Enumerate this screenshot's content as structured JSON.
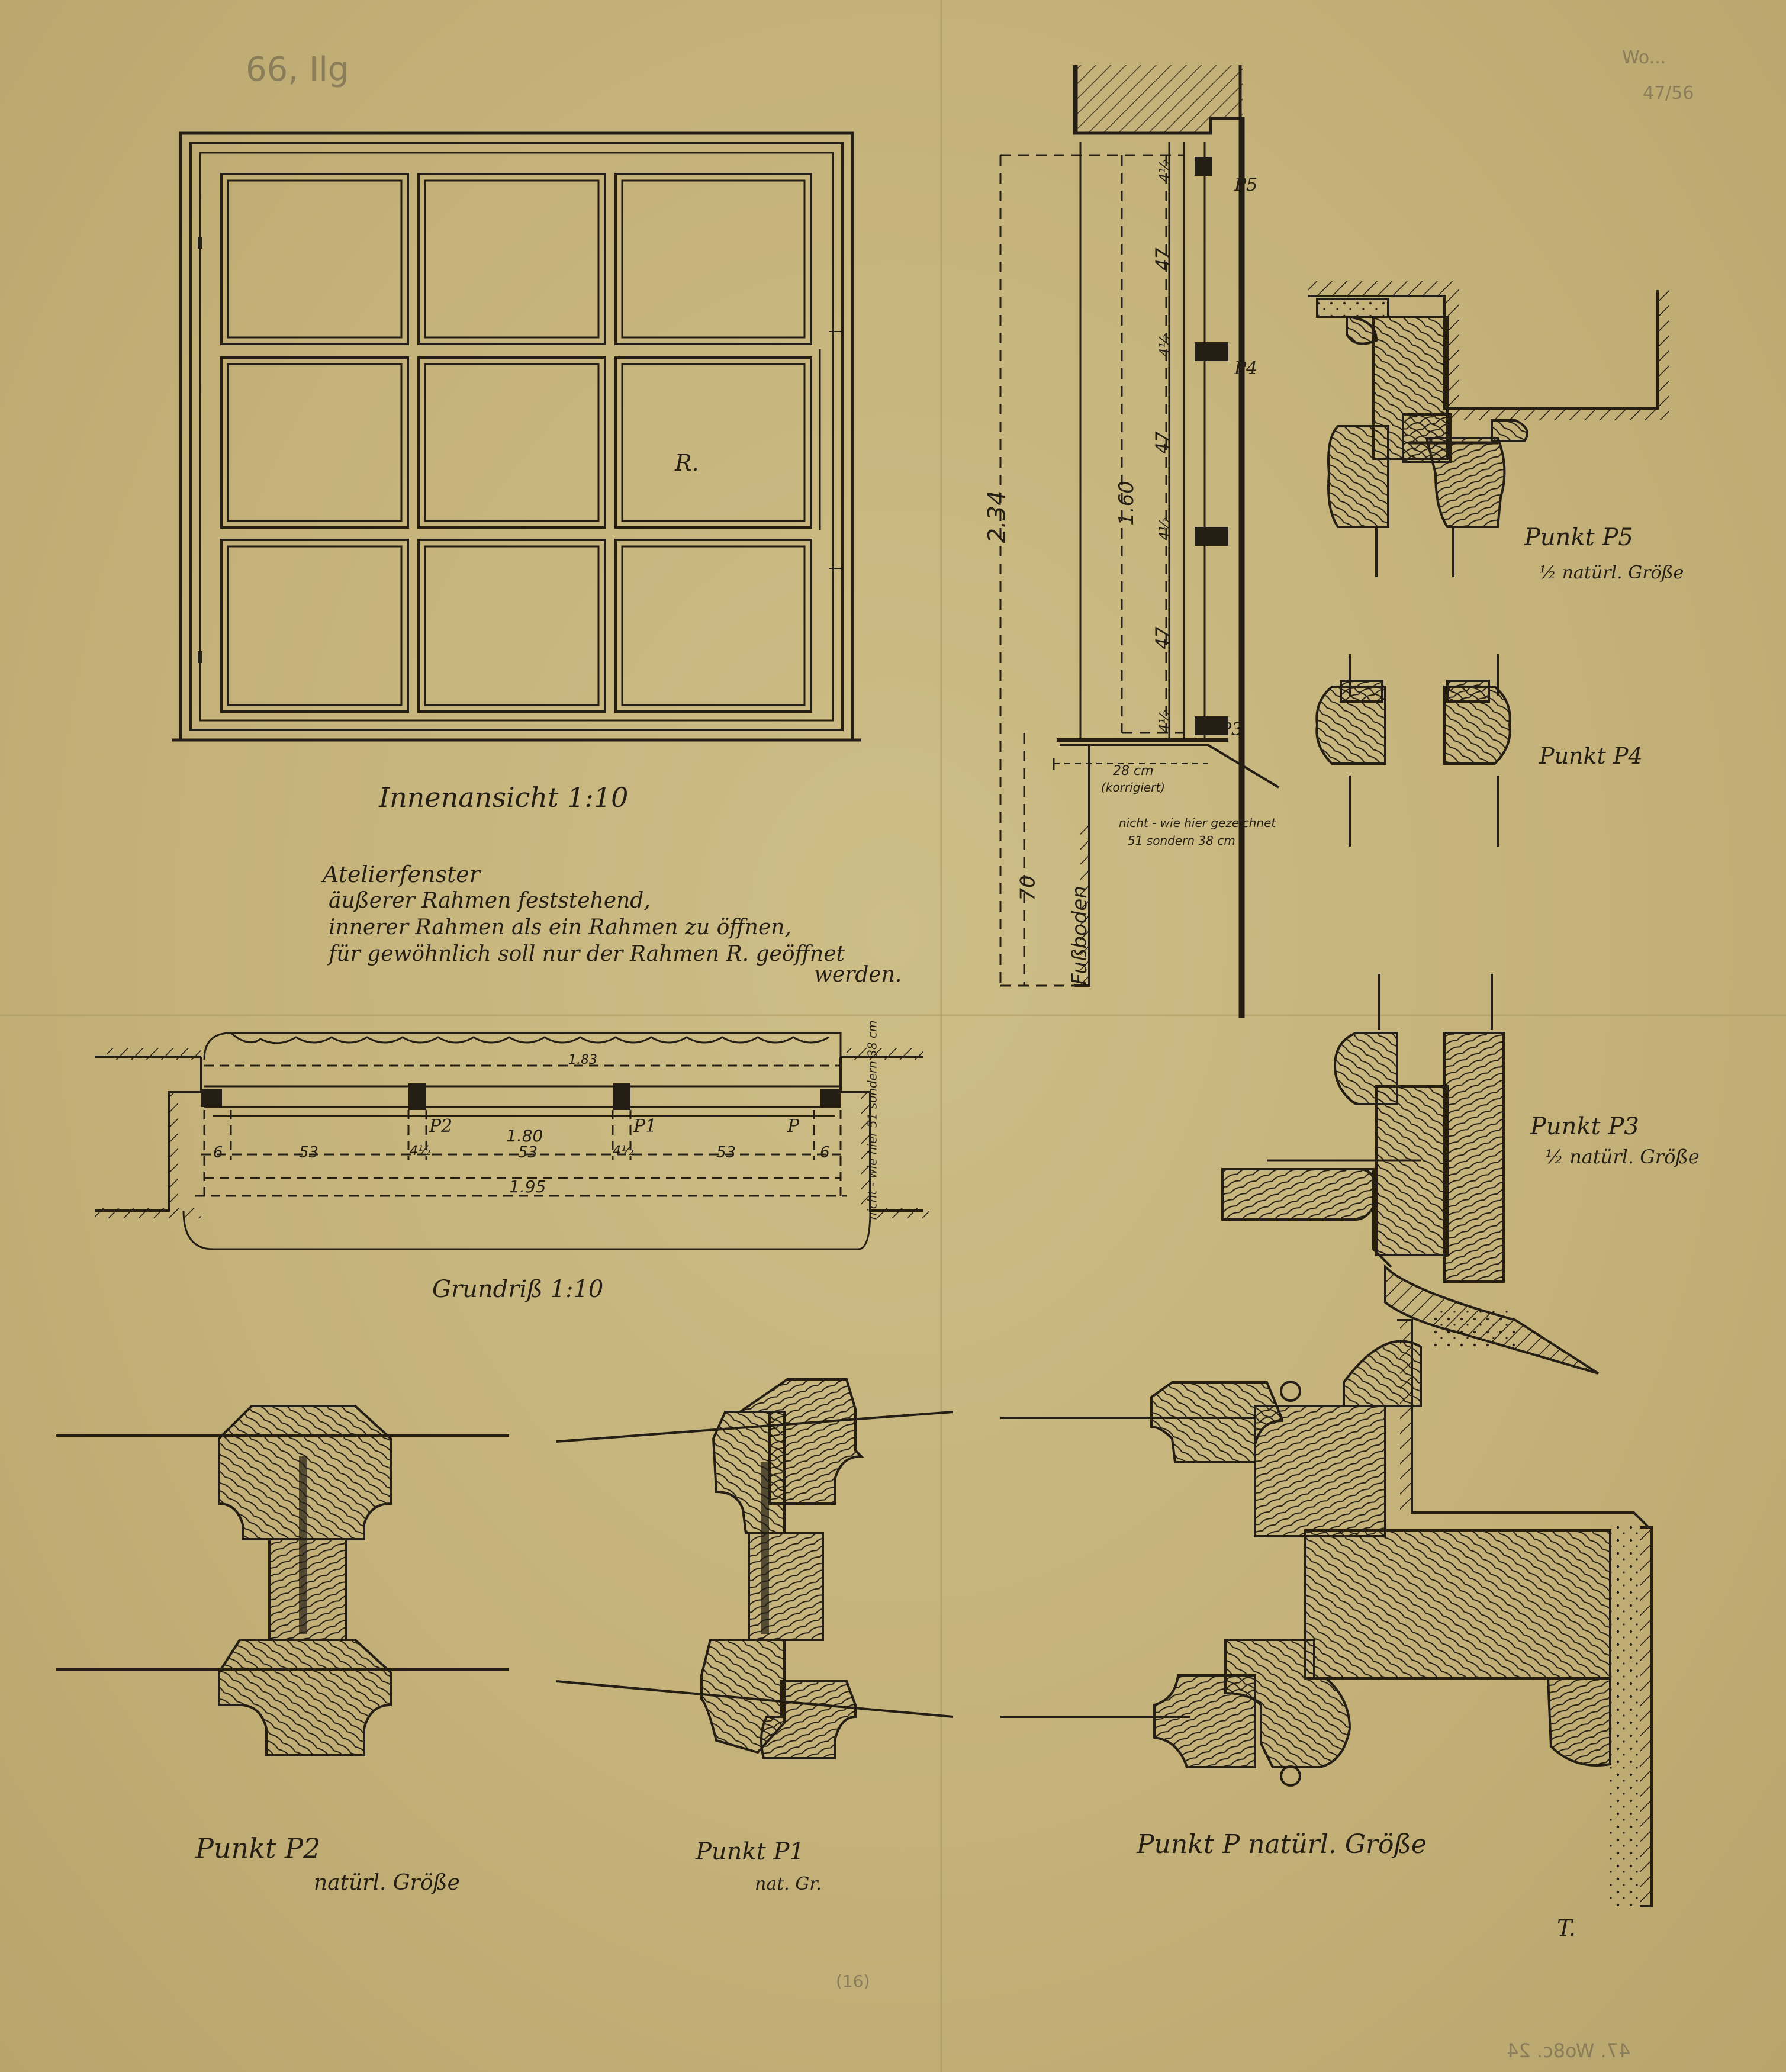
{
  "pencil_marks": {
    "top_left": "66, Ilg",
    "top_right_1": "Wo...",
    "top_right_2": "47/56",
    "bottom_center": "(16)",
    "bottom_right_mirrored": "47. Wo8c. 24"
  },
  "interior_view": {
    "caption": "Innenansicht 1:10",
    "sash_label": "R."
  },
  "notes": {
    "title": "Atelierfenster",
    "lines": [
      "äußerer Rahmen feststehend,",
      "innerer Rahmen als ein Rahmen zu öffnen,",
      "für gewöhnlich soll nur der Rahmen R. geöffnet",
      "werden."
    ]
  },
  "section": {
    "total_height": "2.34",
    "window_height": "1.60",
    "sill_height": "70",
    "floor_label": "Fußboden",
    "pane_heights": [
      "47",
      "47",
      "47"
    ],
    "rail_dims": [
      "4½",
      "4½",
      "4½",
      "4½"
    ],
    "point_labels": [
      "P5",
      "P4",
      "P3"
    ],
    "sill_depth": "28 cm",
    "sill_note": "(korrigiert)",
    "correction_note_1": "nicht - wie hier gezeichnet",
    "correction_note_2": "51 sondern 38 cm"
  },
  "plan": {
    "caption": "Grundriß 1:10",
    "overall_width": "1.83",
    "inner_width": "1.80",
    "outer_width": "1.95",
    "segments": [
      "6",
      "53",
      "4½",
      "53",
      "4½",
      "53",
      "6"
    ],
    "point_labels": [
      "P2",
      "P1",
      "P"
    ],
    "side_note": "nicht - wie hier 51 sondern 38 cm"
  },
  "details": {
    "p5": {
      "title": "Punkt P5",
      "scale": "½ natürl. Größe"
    },
    "p4": {
      "title": "Punkt P4"
    },
    "p3": {
      "title": "Punkt P3",
      "scale": "½ natürl. Größe"
    },
    "p2": {
      "title": "Punkt P2",
      "scale": "natürl. Größe"
    },
    "p1": {
      "title": "Punkt P1",
      "scale": "nat. Gr."
    },
    "p": {
      "title": "Punkt P natürl. Größe"
    }
  },
  "signature": "T.",
  "colors": {
    "paper": "#c6b57c",
    "ink": "#241e14",
    "pencil": "#8a7d5a"
  }
}
